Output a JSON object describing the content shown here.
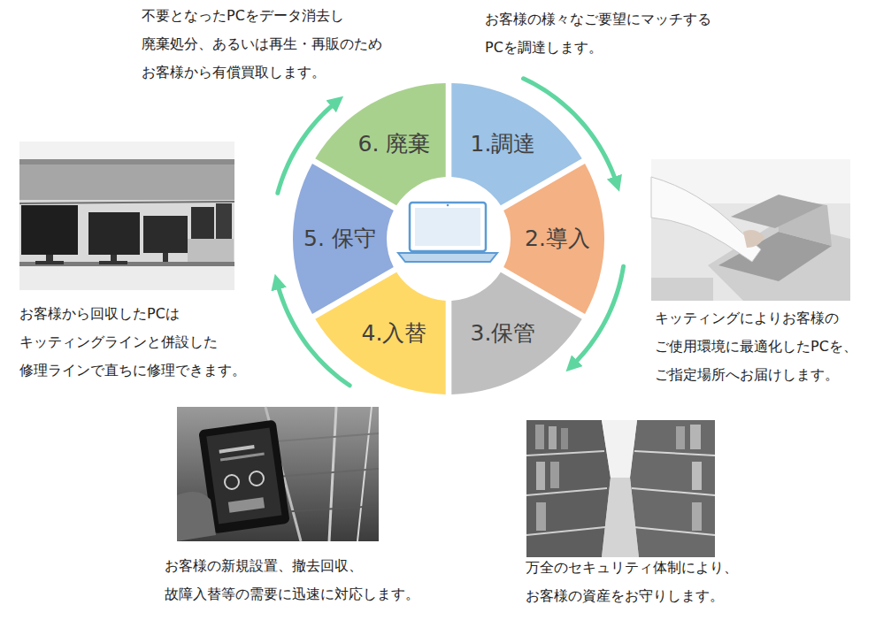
{
  "diagram": {
    "nodes": [
      {
        "text": [
          "1.調達"
        ]
      },
      {
        "text": [
          "2.導入"
        ]
      },
      {
        "text": [
          "3.保管"
        ]
      },
      {
        "text": [
          "4.入替"
        ]
      },
      {
        "text": [
          "5. 保守"
        ]
      },
      {
        "text": [
          "6. 廃棄"
        ]
      }
    ],
    "edges": [
      {
        "from": 0,
        "to": 1,
        "arrow": "to"
      },
      {
        "from": 1,
        "to": 2,
        "arrow": "to"
      },
      {
        "from": 3,
        "to": 4,
        "arrow": "to"
      },
      {
        "from": 4,
        "to": 5,
        "arrow": "to"
      }
    ],
    "labels": [
      "不要となったPCをデータ消去し 廃棄処分、あるいは再生・再販のため お客様から有償買取します。",
      "お客様の様々なご要望にマッチする PCを調達します。",
      "お客様から回収したPCは キッティングラインと併設した 修理ラインで直ちに修理できます。",
      "キッティングによりお客様の ご使用環境に最適化したPCを、 ご指定場所へお届けします。",
      "お客様の新規設置、撤去回収、 故障入替等の需要に迅速に対応します。",
      "万全のセキュリティ体制により、 お客様の資産をお守りします。"
    ]
  }
}
